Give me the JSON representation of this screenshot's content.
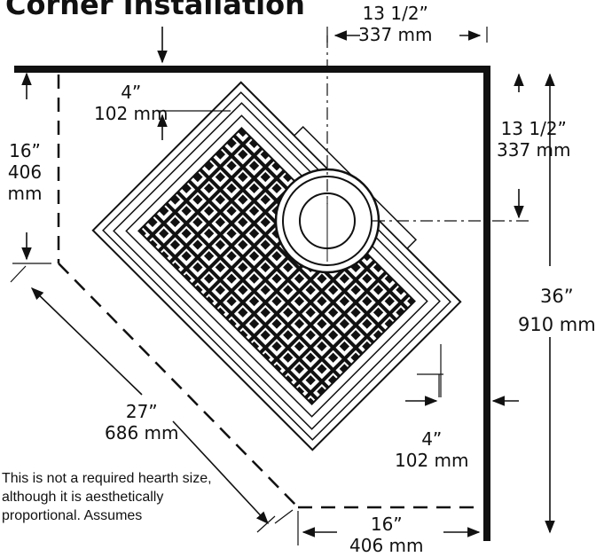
{
  "title": "Corner Installation",
  "dimensions": {
    "top_clearance": {
      "imperial": "13 1/2”",
      "metric": "337 mm"
    },
    "side_clearance": {
      "imperial": "13 1/2”",
      "metric": "337 mm"
    },
    "back_left": {
      "imperial": "4”",
      "metric": "102 mm"
    },
    "left_depth": {
      "imperial": "16”",
      "metric": "406",
      "metric_unit": "mm"
    },
    "right_wall": {
      "imperial": "36”",
      "metric": "910 mm"
    },
    "hearth_diagonal": {
      "imperial": "27”",
      "metric": "686 mm"
    },
    "front_right": {
      "imperial": "4”",
      "metric": "102 mm"
    },
    "bottom_depth": {
      "imperial": "16”",
      "metric": "406 mm"
    }
  },
  "note": "This is not a required hearth size, although it is aesthetically proportional. Assumes",
  "colors": {
    "line": "#111111",
    "background": "#ffffff"
  }
}
